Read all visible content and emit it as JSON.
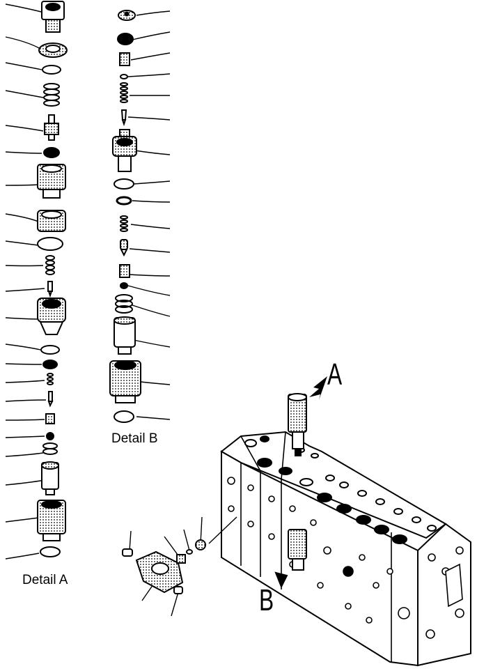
{
  "labels": {
    "detail_a": "Detail A",
    "detail_b": "Detail B",
    "view_a": "A",
    "view_b": "B"
  },
  "colors": {
    "line": "#000000",
    "fill": "#ffffff",
    "shade": "#000000"
  }
}
